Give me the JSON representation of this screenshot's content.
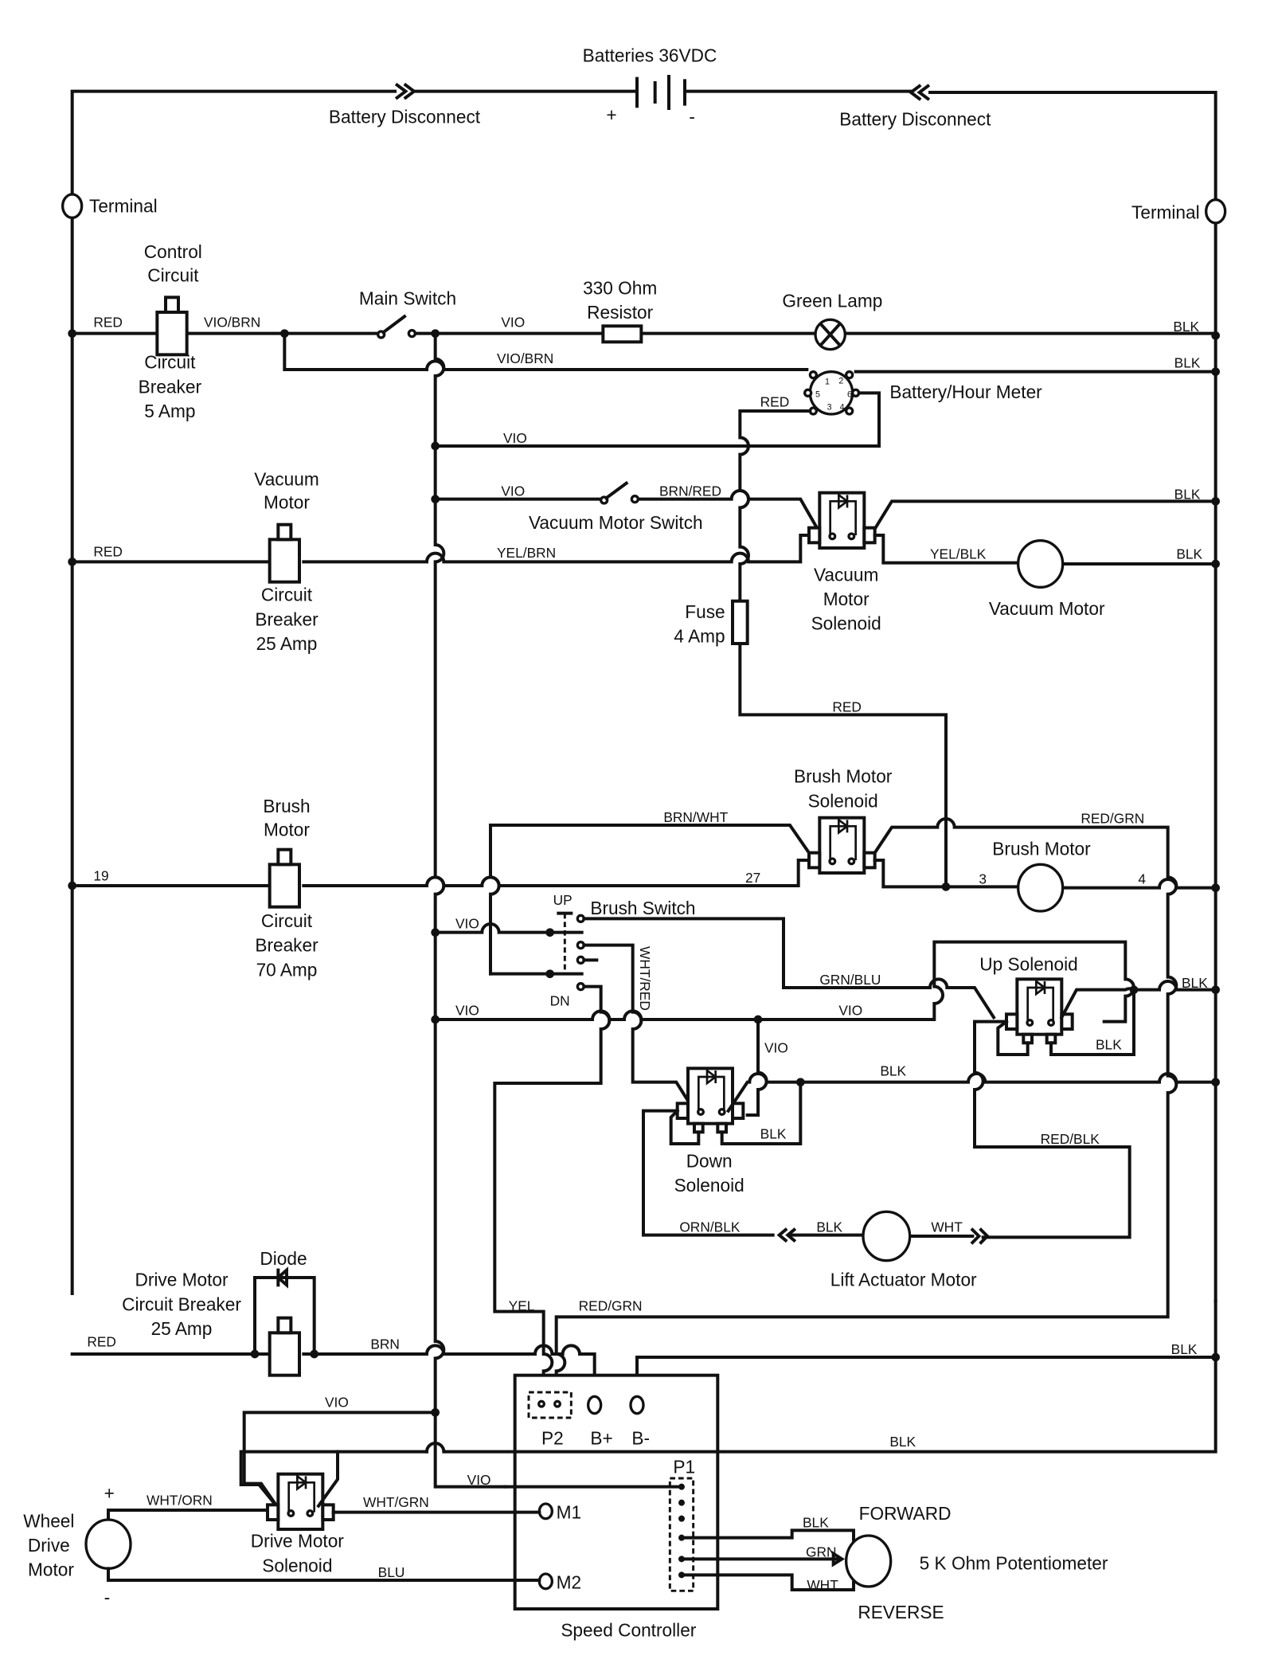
{
  "title": "Batteries 36VDC",
  "battery": {
    "label": "Batteries 36VDC",
    "plus": "+",
    "minus": "-"
  },
  "connectors": {
    "battery_disconnect_left": "Battery Disconnect",
    "battery_disconnect_right": "Battery Disconnect",
    "terminal_left": "Terminal",
    "terminal_right": "Terminal"
  },
  "components": {
    "control_cb": {
      "top1": "Control",
      "top2": "Circuit",
      "bot1": "Circuit",
      "bot2": "Breaker",
      "bot3": "5 Amp"
    },
    "main_switch": "Main Switch",
    "resistor": {
      "line1": "330 Ohm",
      "line2": "Resistor"
    },
    "green_lamp": "Green Lamp",
    "hour_meter": {
      "label": "Battery/Hour Meter",
      "pins": [
        "1",
        "2",
        "5",
        "6",
        "3",
        "4"
      ]
    },
    "vacuum_cb": {
      "top1": "Vacuum",
      "top2": "Motor",
      "bot1": "Circuit",
      "bot2": "Breaker",
      "bot3": "25 Amp"
    },
    "vacuum_switch": "Vacuum Motor Switch",
    "vacuum_solenoid": {
      "line1": "Vacuum",
      "line2": "Motor",
      "line3": "Solenoid"
    },
    "vacuum_motor": "Vacuum Motor",
    "fuse": {
      "line1": "Fuse",
      "line2": "4 Amp"
    },
    "brush_solenoid": {
      "line1": "Brush Motor",
      "line2": "Solenoid"
    },
    "brush_cb": {
      "top1": "Brush",
      "top2": "Motor",
      "bot1": "Circuit",
      "bot2": "Breaker",
      "bot3": "70 Amp"
    },
    "brush_motor": {
      "label": "Brush Motor",
      "term_a": "3",
      "term_b": "4"
    },
    "brush_switch": {
      "label": "Brush Switch",
      "up": "UP",
      "dn": "DN"
    },
    "up_solenoid": "Up Solenoid",
    "down_solenoid": {
      "line1": "Down",
      "line2": "Solenoid"
    },
    "lift_motor": "Lift Actuator Motor",
    "diode": "Diode",
    "drive_cb": {
      "line1": "Drive Motor",
      "line2": "Circuit Breaker",
      "line3": "25 Amp"
    },
    "drive_solenoid": {
      "line1": "Drive Motor",
      "line2": "Solenoid"
    },
    "wheel_motor": {
      "line1": "Wheel",
      "line2": "Drive",
      "line3": "Motor",
      "plus": "+",
      "minus": "-"
    },
    "speed_controller": {
      "label": "Speed Controller",
      "p2": "P2",
      "bplus": "B+",
      "bminus": "B-",
      "p1": "P1",
      "m1": "M1",
      "m2": "M2"
    },
    "potentiometer": {
      "label": "5 K Ohm Potentiometer",
      "forward": "FORWARD",
      "reverse": "REVERSE"
    }
  },
  "wires": {
    "red1": "RED",
    "viobrn1": "VIO/BRN",
    "vio_main": "VIO",
    "blk_lamp": "BLK",
    "viobrn2": "VIO/BRN",
    "blk_meter": "BLK",
    "red_meter": "RED",
    "vio_meter": "VIO",
    "vio_vs": "VIO",
    "brnred": "BRN/RED",
    "blk_vs": "BLK",
    "red2": "RED",
    "yelbrn": "YEL/BRN",
    "yelblk": "YEL/BLK",
    "blk_vm": "BLK",
    "red_fuse": "RED",
    "brnwht": "BRN/WHT",
    "redgrn1": "RED/GRN",
    "w19": "19",
    "w27": "27",
    "vio_bs": "VIO",
    "whtred": "WHT/RED",
    "grnblu": "GRN/BLU",
    "blk_up": "BLK",
    "vio_row": "VIO",
    "vio_row2": "VIO",
    "vio_down": "VIO",
    "blk_up2": "BLK",
    "blk_down_row": "BLK",
    "blk_down": "BLK",
    "redblk": "RED/BLK",
    "ornblk": "ORN/BLK",
    "blk_lift": "BLK",
    "wht_lift": "WHT",
    "yel": "YEL",
    "redgrn2": "RED/GRN",
    "red_drive": "RED",
    "brn": "BRN",
    "blk_bminus": "BLK",
    "vio_ds": "VIO",
    "blk_ctrl": "BLK",
    "vio_p1": "VIO",
    "whtorn": "WHT/ORN",
    "whtgrn": "WHT/GRN",
    "blu": "BLU",
    "pot_blk": "BLK",
    "pot_grn": "GRN",
    "pot_wht": "WHT"
  }
}
